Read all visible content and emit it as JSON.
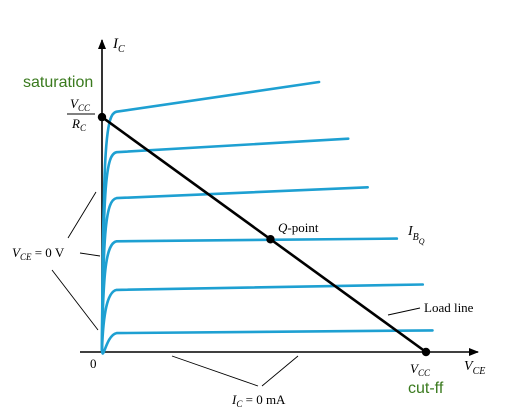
{
  "labels": {
    "y_axis": {
      "main": "I",
      "sub": "C"
    },
    "x_axis": {
      "main": "V",
      "sub": "CE"
    },
    "origin": "0",
    "saturation": "saturation",
    "cutoff": "cut-ff",
    "vcc_over_rc": {
      "num_main": "V",
      "num_sub": "CC",
      "den_main": "R",
      "den_sub": "C"
    },
    "vcc": {
      "main": "V",
      "sub": "CC"
    },
    "q_point": {
      "italic": "Q",
      "rest": "-point"
    },
    "ibq": {
      "main": "I",
      "sub": "B",
      "subsub": "Q"
    },
    "load_line": "Load line",
    "vce_zero": {
      "main": "V",
      "sub": "CE",
      "rest": " = 0 V"
    },
    "ic_zero": {
      "main": "I",
      "sub": "C",
      "rest": " = 0 mA"
    }
  },
  "colors": {
    "curve": "#1ea0d2",
    "axis": "#000000",
    "load_line": "#000000",
    "annotation": "#3a7a1e"
  },
  "characteristic_curves": [
    {
      "name": "curve-1",
      "plateau_start": 0.89,
      "plateau_end": 1.0,
      "v_end": 0.67
    },
    {
      "name": "curve-2",
      "plateau_start": 0.74,
      "plateau_end": 0.79,
      "v_end": 0.76
    },
    {
      "name": "curve-3",
      "plateau_start": 0.57,
      "plateau_end": 0.61,
      "v_end": 0.82
    },
    {
      "name": "curve-4",
      "plateau_start": 0.41,
      "plateau_end": 0.42,
      "v_end": 0.91
    },
    {
      "name": "curve-5",
      "plateau_start": 0.23,
      "plateau_end": 0.25,
      "v_end": 0.99
    },
    {
      "name": "curve-6",
      "plateau_start": 0.07,
      "plateau_end": 0.08,
      "v_end": 1.02
    }
  ],
  "load_line": {
    "ic_intercept": 0.87,
    "vce_intercept": 1.0,
    "q_point_vce": 0.52
  }
}
